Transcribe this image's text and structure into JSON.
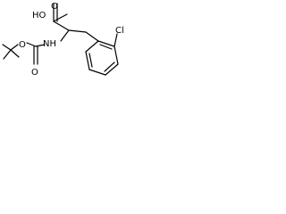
{
  "molecule": {
    "atom_labels": {
      "carboxylic_oh": "HO",
      "carboxyl_oxygen": "O",
      "amine_nh": "NH",
      "ester_oxygen": "O",
      "carbonyl_oxygen": "O",
      "chlorine": "Cl"
    }
  }
}
